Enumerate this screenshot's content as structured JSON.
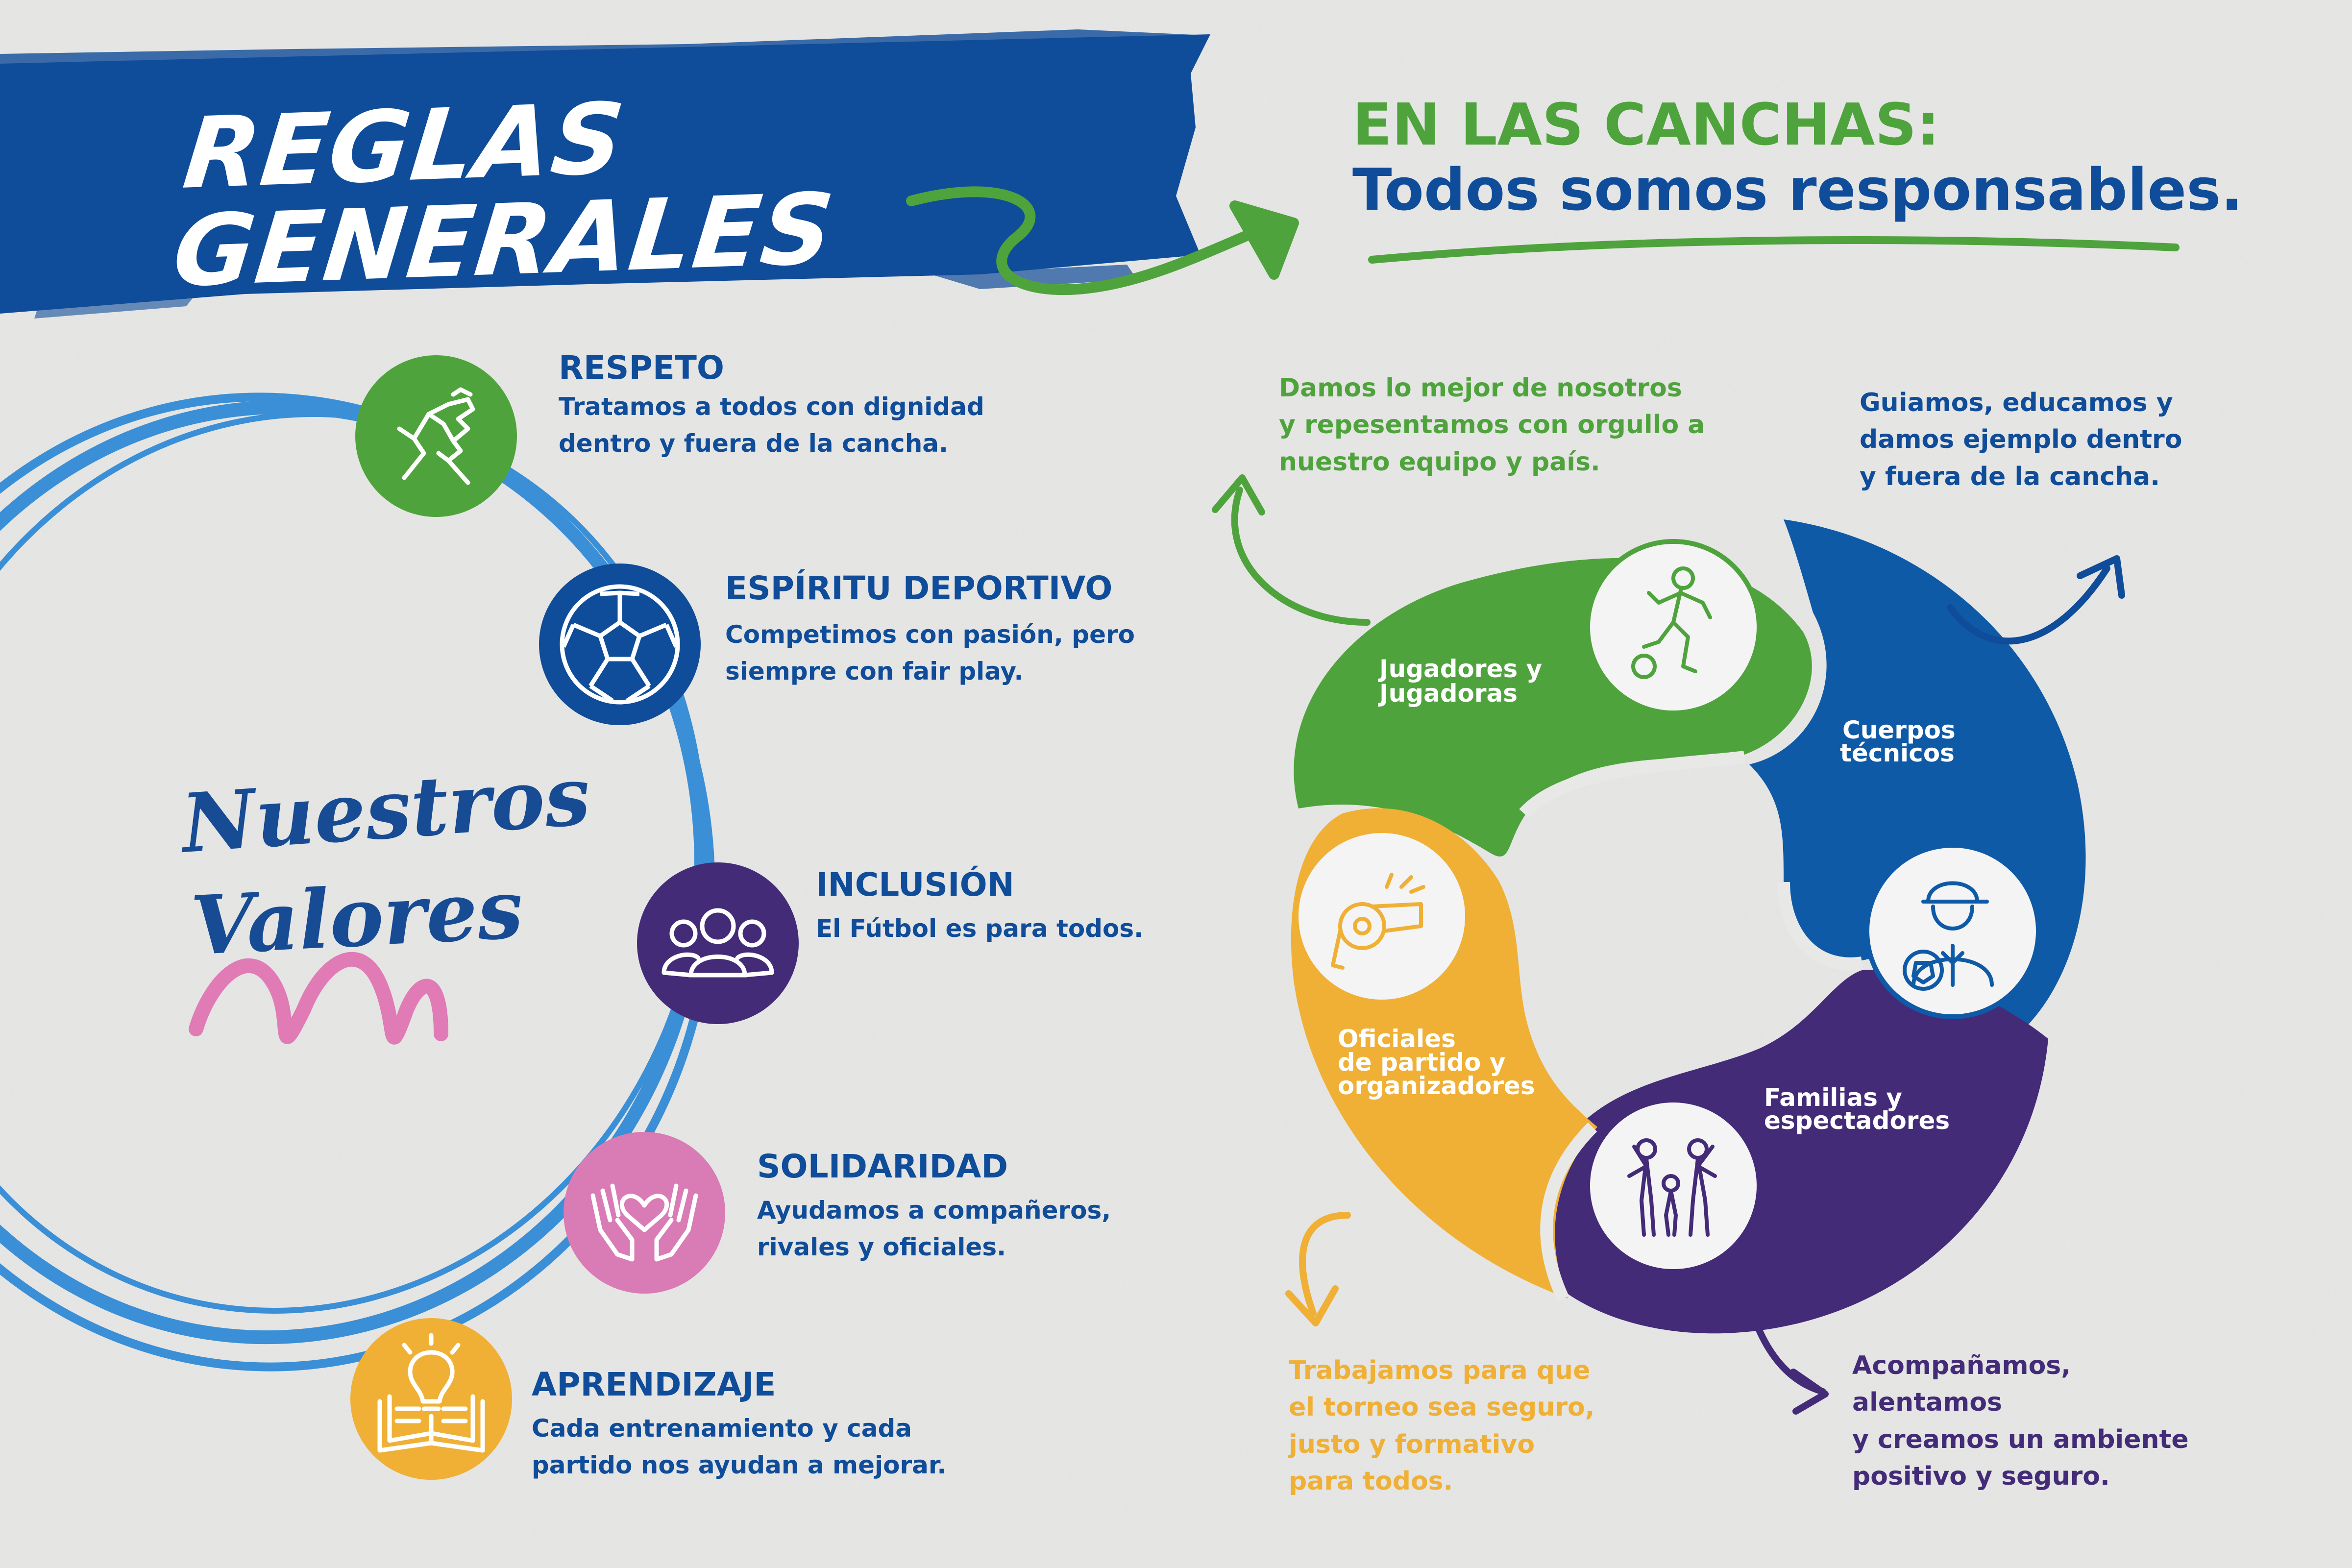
{
  "banner": {
    "title": "REGLAS GENERALES"
  },
  "heading": {
    "line1": "EN LAS CANCHAS:",
    "line2": "Todos somos responsables."
  },
  "values_section": {
    "script_title_1": "Nuestros",
    "script_title_2": "Valores",
    "items": [
      {
        "title": "RESPETO",
        "line1": "Tratamos  a todos con dignidad",
        "line2": "dentro y fuera de la cancha.",
        "icon": "handshake-icon",
        "color": "#4fa33c"
      },
      {
        "title": "ESPÍRITU DEPORTIVO",
        "line1": "Competimos con pasión, pero",
        "line2": "siempre con fair play.",
        "icon": "soccer-ball-icon",
        "color": "#0f4c99"
      },
      {
        "title": "INCLUSIÓN",
        "line1": "El Fútbol es para todos.",
        "icon": "group-icon",
        "color": "#432b78"
      },
      {
        "title": "SOLIDARIDAD",
        "line1": "Ayudamos a compañeros,",
        "line2": "rivales y oficiales.",
        "icon": "hands-heart-icon",
        "color": "#d97bb4"
      },
      {
        "title": "APRENDIZAJE",
        "line1": "Cada entrenamiento y cada",
        "line2": "partido nos ayudan a mejorar.",
        "icon": "lightbulb-book-icon",
        "color": "#efb035"
      }
    ]
  },
  "wheel": {
    "segments": [
      {
        "label_1": "Jugadores y",
        "label_2": "Jugadoras",
        "color": "#4fa33c",
        "icon": "player-kicking-icon"
      },
      {
        "label_1": "Cuerpos",
        "label_2": "técnicos",
        "color": "#0f5aa6",
        "icon": "coach-icon"
      },
      {
        "label_1": "Familias y",
        "label_2": "espectadores",
        "color": "#432b78",
        "icon": "family-icon"
      },
      {
        "label_1": "Oficiales",
        "label_2": "de partido y",
        "label_3": "organizadores",
        "color": "#efb035",
        "icon": "whistle-icon"
      }
    ],
    "responsibilities": [
      {
        "lines": [
          "Damos lo mejor de nosotros",
          "y repesentamos con orgullo a",
          "nuestro equipo y país."
        ],
        "color": "#4fa33c"
      },
      {
        "lines": [
          "Guiamos, educamos y",
          "damos ejemplo dentro",
          "y fuera de la cancha."
        ],
        "color": "#0f4c99"
      },
      {
        "lines": [
          "Acompañamos,",
          "alentamos",
          "y creamos un ambiente",
          "positivo y seguro."
        ],
        "color": "#432b78"
      },
      {
        "lines": [
          "Trabajamos para que",
          "el torneo sea seguro,",
          "justo y formativo",
          "para todos."
        ],
        "color": "#efb035"
      }
    ]
  }
}
